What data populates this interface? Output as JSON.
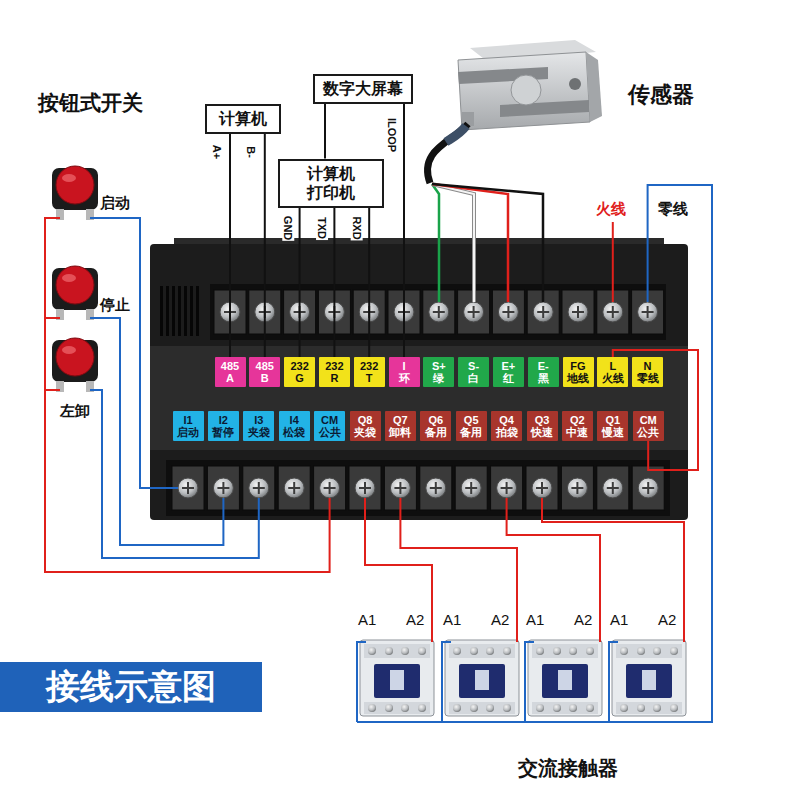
{
  "diagram": {
    "title": "接线示意图",
    "nodes": [
      {
        "text": [
          "数字大屏幕"
        ]
      },
      {
        "text": [
          "计算机"
        ]
      },
      {
        "text": [
          "计算机 打印机"
        ]
      },
      {
        "text": [
          "485 A"
        ]
      },
      {
        "text": [
          "485 B"
        ]
      },
      {
        "text": [
          "232 G"
        ]
      },
      {
        "text": [
          "232 R"
        ]
      },
      {
        "text": [
          "232 T"
        ]
      },
      {
        "text": [
          "I 环"
        ]
      },
      {
        "text": [
          "S+ 绿"
        ]
      },
      {
        "text": [
          "S- 白"
        ]
      },
      {
        "text": [
          "E+ 红"
        ]
      },
      {
        "text": [
          "E- 黑"
        ]
      },
      {
        "text": [
          "FG 地线"
        ]
      },
      {
        "text": [
          "L 火线"
        ]
      },
      {
        "text": [
          "N 零线"
        ]
      },
      {
        "text": [
          "I1 启动"
        ]
      },
      {
        "text": [
          "I2 暂停"
        ]
      },
      {
        "text": [
          "I3 夹袋"
        ]
      },
      {
        "text": [
          "I4 松袋"
        ]
      },
      {
        "text": [
          "CM 公共"
        ]
      },
      {
        "text": [
          "Q8 夹袋"
        ]
      },
      {
        "text": [
          "Q7 卸料"
        ]
      },
      {
        "text": [
          "Q6 备用"
        ]
      },
      {
        "text": [
          "Q5 备用"
        ]
      },
      {
        "text": [
          "Q4 拍袋"
        ]
      },
      {
        "text": [
          "Q3 快速"
        ]
      },
      {
        "text": [
          "Q2 中速"
        ]
      },
      {
        "text": [
          "Q1 慢速"
        ]
      },
      {
        "text": [
          "CM 公共"
        ]
      }
    ],
    "edges": [
      {
        "from": 1,
        "to": 3,
        "label": "A+",
        "arrow": "none"
      },
      {
        "from": 1,
        "to": 4,
        "label": "B-",
        "arrow": "none"
      },
      {
        "from": 0,
        "to": 2,
        "arrow": "none"
      },
      {
        "from": 0,
        "to": 8,
        "label": "ILOOP",
        "arrow": "none"
      },
      {
        "from": 2,
        "to": 5,
        "label": "GND",
        "arrow": "none"
      },
      {
        "from": 2,
        "to": 6,
        "label": "TXD",
        "arrow": "none"
      },
      {
        "from": 2,
        "to": 7,
        "label": "RXD",
        "arrow": "none"
      },
      {
        "from": 14,
        "to": 29,
        "arrow": "none"
      }
    ],
    "labels": [
      "按钮式开关",
      "传感器",
      "火线",
      "零线",
      "启动",
      "停止",
      "左卸",
      "A1",
      "A2",
      "A1",
      "A2",
      "A1",
      "A2",
      "A1",
      "A2",
      "交流接触器"
    ]
  }
}
